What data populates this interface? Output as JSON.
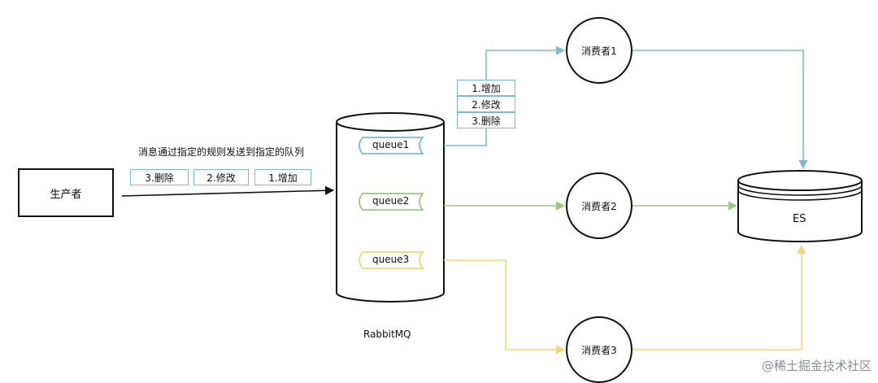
{
  "producer": {
    "label": "生产者"
  },
  "routing_caption": "消息通过指定的规则发送到指定的队列",
  "outgoing_messages": [
    {
      "label": "3.删除"
    },
    {
      "label": "2.修改"
    },
    {
      "label": "1.增加"
    }
  ],
  "broker": {
    "label": "RabbitMQ",
    "queues": [
      {
        "label": "queue1",
        "color": "#7fbccb"
      },
      {
        "label": "queue2",
        "color": "#9fc48a"
      },
      {
        "label": "queue3",
        "color": "#e7dc79"
      }
    ]
  },
  "queue1_messages": [
    {
      "label": "1.增加"
    },
    {
      "label": "2.修改"
    },
    {
      "label": "3.删除"
    }
  ],
  "consumers": [
    {
      "label": "消费者1"
    },
    {
      "label": "消费者2"
    },
    {
      "label": "消费者3"
    }
  ],
  "datastore": {
    "label": "ES"
  },
  "watermark": "@稀土掘金技术社区"
}
